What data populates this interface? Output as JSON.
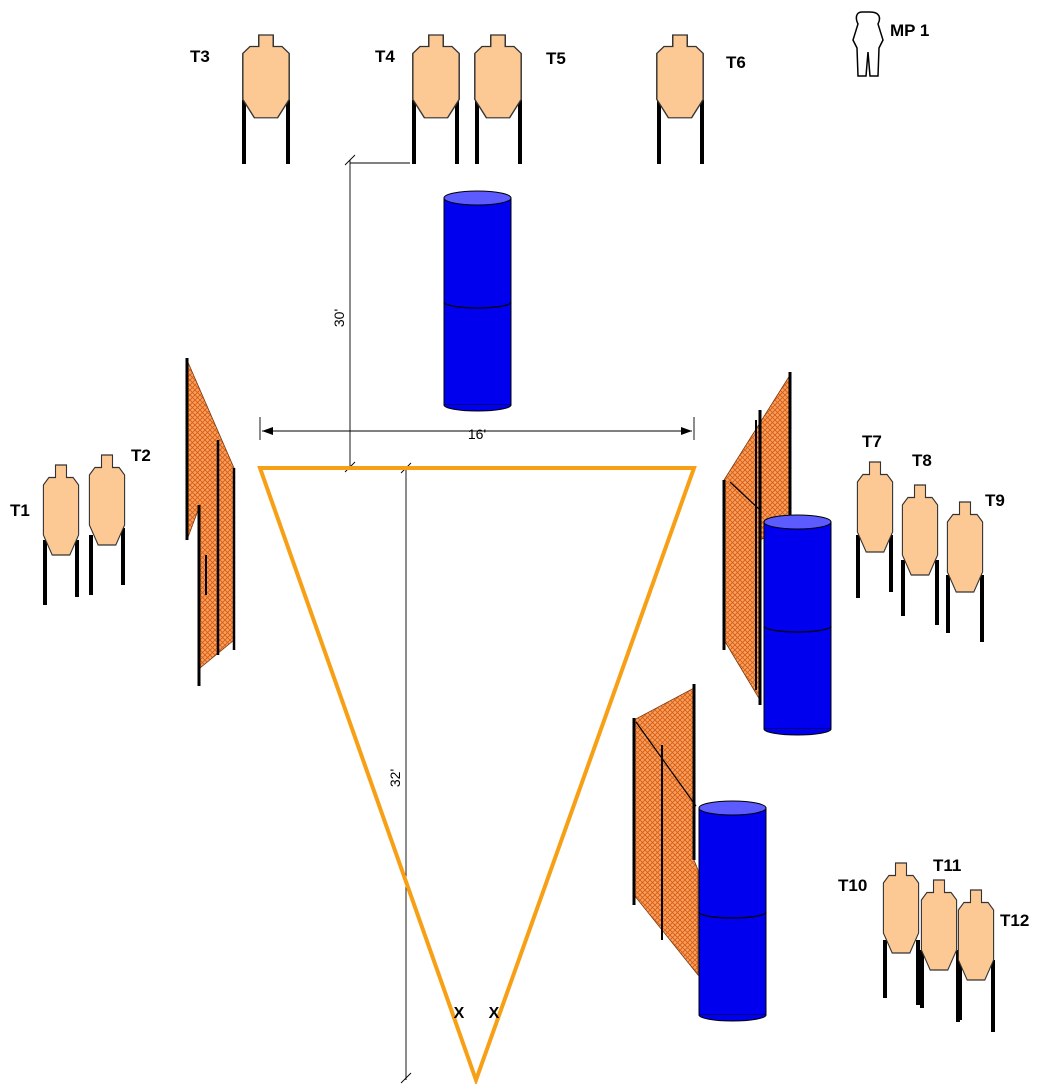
{
  "labels": {
    "t1": "T1",
    "t2": "T2",
    "t3": "T3",
    "t4": "T4",
    "t5": "T5",
    "t6": "T6",
    "t7": "T7",
    "t8": "T8",
    "t9": "T9",
    "t10": "T10",
    "t11": "T11",
    "t12": "T12",
    "mp1": "MP 1"
  },
  "dimensions": {
    "vertical_top": "30'",
    "horizontal": "16'",
    "vertical_main": "32'"
  },
  "marks": {
    "x_left": "X",
    "x_right": "X"
  },
  "colors": {
    "target_fill": "#fcc894",
    "barrel_fill": "#0000ee",
    "barrel_top": "#5b5bff",
    "fence": "#f07a2a",
    "triangle": "#f7a016"
  }
}
